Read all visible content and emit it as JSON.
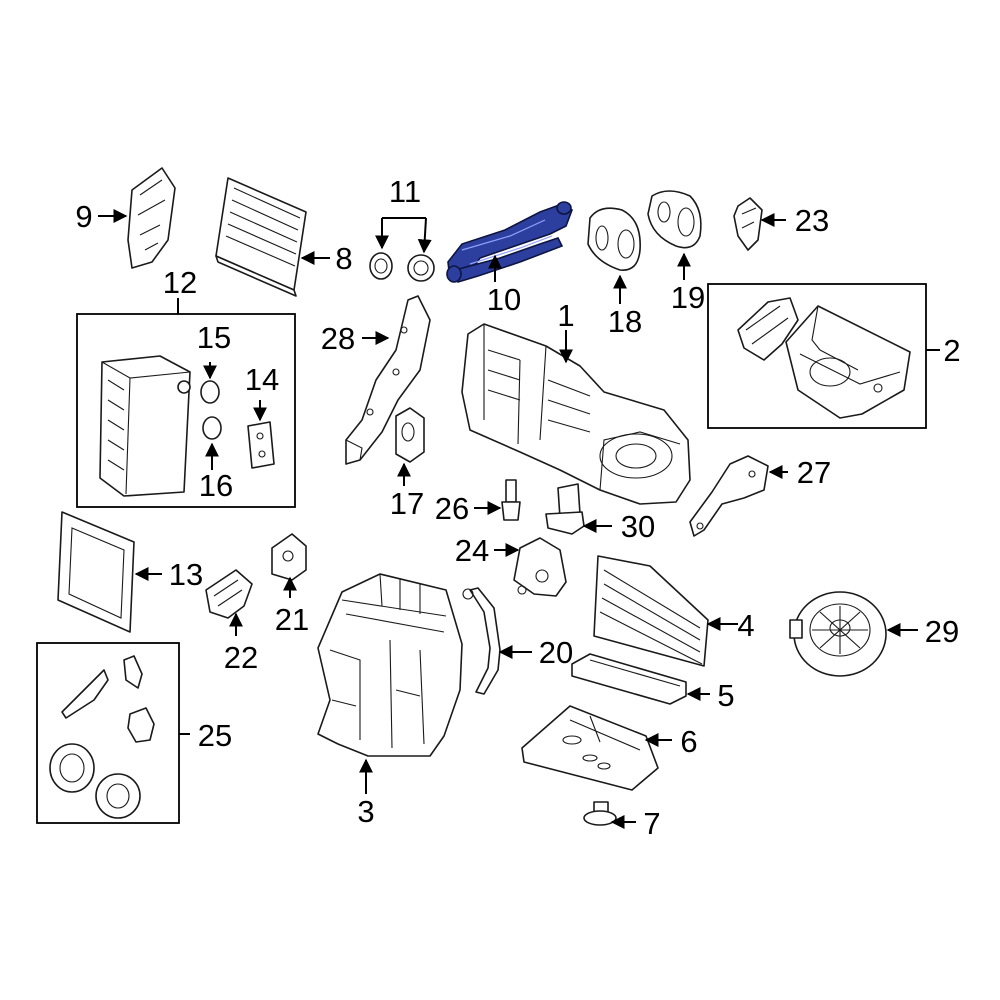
{
  "diagram": {
    "highlight_color": "#2d3f9e",
    "callouts": [
      {
        "id": "c1",
        "label": "1"
      },
      {
        "id": "c2",
        "label": "2"
      },
      {
        "id": "c3",
        "label": "3"
      },
      {
        "id": "c4",
        "label": "4"
      },
      {
        "id": "c5",
        "label": "5"
      },
      {
        "id": "c6",
        "label": "6"
      },
      {
        "id": "c7",
        "label": "7"
      },
      {
        "id": "c8",
        "label": "8"
      },
      {
        "id": "c9",
        "label": "9"
      },
      {
        "id": "c10",
        "label": "10"
      },
      {
        "id": "c11",
        "label": "11"
      },
      {
        "id": "c12",
        "label": "12"
      },
      {
        "id": "c13",
        "label": "13"
      },
      {
        "id": "c14",
        "label": "14"
      },
      {
        "id": "c15",
        "label": "15"
      },
      {
        "id": "c16",
        "label": "16"
      },
      {
        "id": "c17",
        "label": "17"
      },
      {
        "id": "c18",
        "label": "18"
      },
      {
        "id": "c19",
        "label": "19"
      },
      {
        "id": "c20",
        "label": "20"
      },
      {
        "id": "c21",
        "label": "21"
      },
      {
        "id": "c22",
        "label": "22"
      },
      {
        "id": "c23",
        "label": "23"
      },
      {
        "id": "c24",
        "label": "24"
      },
      {
        "id": "c25",
        "label": "25"
      },
      {
        "id": "c26",
        "label": "26"
      },
      {
        "id": "c27",
        "label": "27"
      },
      {
        "id": "c28",
        "label": "28"
      },
      {
        "id": "c29",
        "label": "29"
      },
      {
        "id": "c30",
        "label": "30"
      }
    ]
  }
}
